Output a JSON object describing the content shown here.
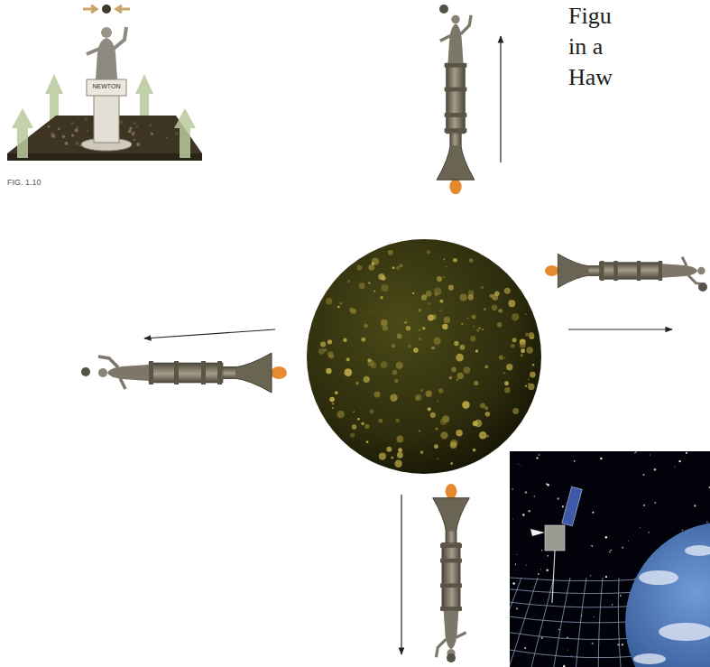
{
  "diagram": {
    "labels": [
      "Figu",
      "in a",
      "Haw",
      "FIG. 1.10",
      "NEWTON"
    ]
  }
}
